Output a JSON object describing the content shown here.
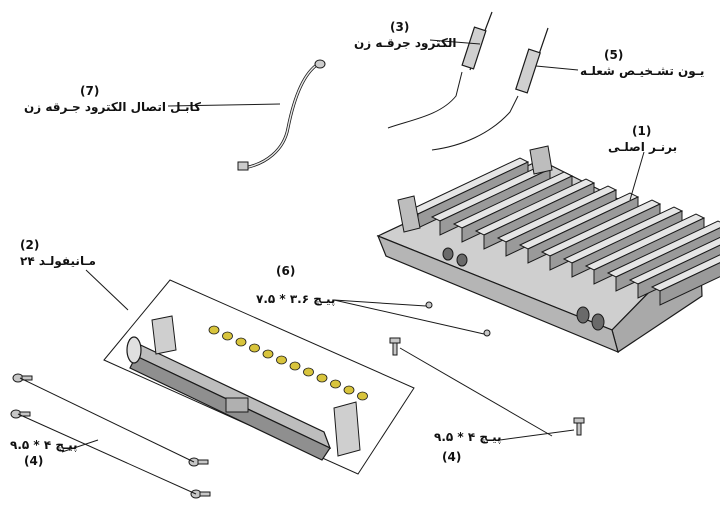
{
  "parts": [
    {
      "id": "burner",
      "number": "(1)",
      "label": "برنـر اصلـی"
    },
    {
      "id": "manifold",
      "number": "(2)",
      "label": "مـانیفولـد ۲۴"
    },
    {
      "id": "ignition",
      "number": "(3)",
      "label": "الکترود جرقـه زن"
    },
    {
      "id": "screw-left",
      "number": "(4)",
      "label": "پیـچ ۴ * ۹.۵"
    },
    {
      "id": "screw-right",
      "number": "(4)",
      "label": "پیـچ ۴ * ۹.۵"
    },
    {
      "id": "flame-sensor",
      "number": "(5)",
      "label": "یـون تشـخیـص شعلـه"
    },
    {
      "id": "small-screw",
      "number": "(6)",
      "label": "پیـچ ۳.۶ * ۷.۵"
    },
    {
      "id": "cable",
      "number": "(7)",
      "label": "کابـل اتصال الکترود جـرقه زن"
    }
  ],
  "colors": {
    "line": "#1a1a1a",
    "metal": "#c9c9c9",
    "metal_dark": "#8f8f8f",
    "nozzle": "#d8c43c"
  }
}
